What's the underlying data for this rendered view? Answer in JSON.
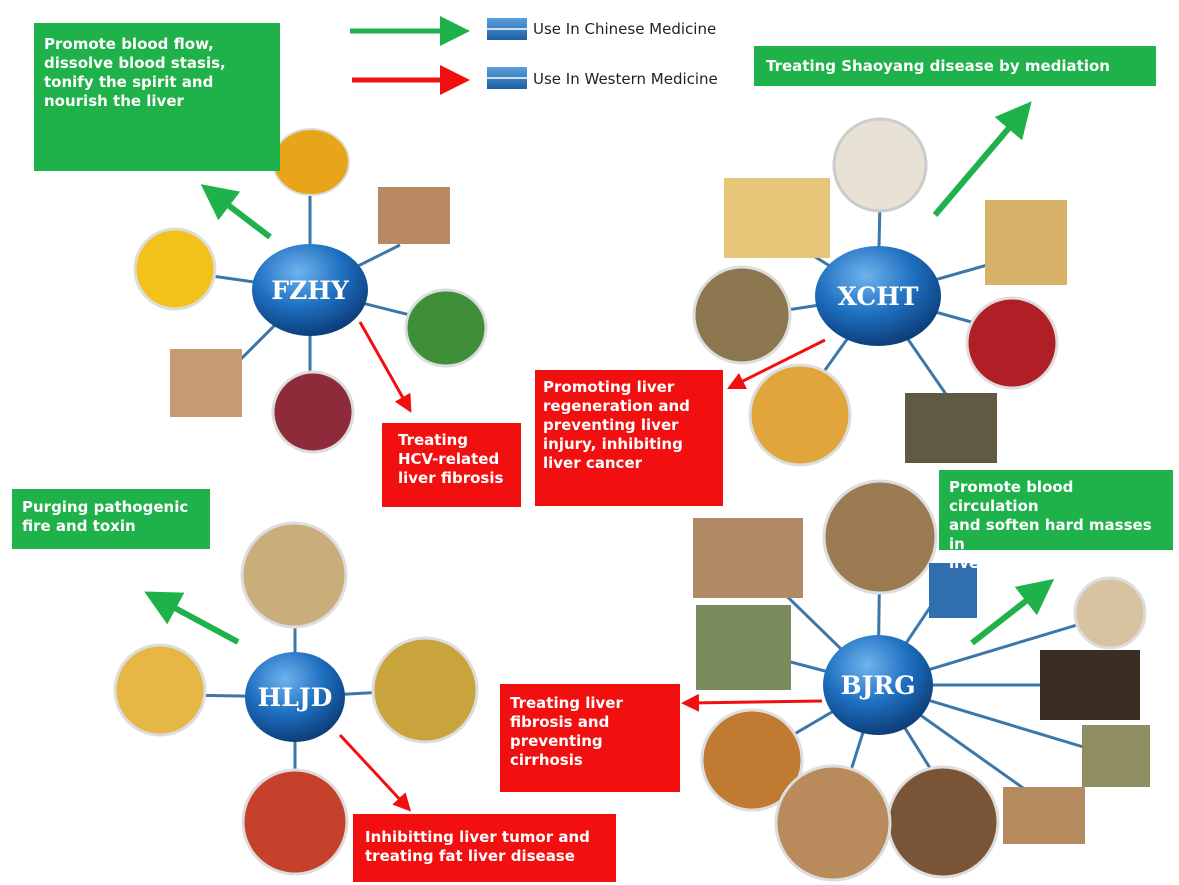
{
  "legend": {
    "chinese_label": "Use In Chinese Medicine",
    "western_label": "Use In Western Medicine",
    "chinese_color": "#1fb14a",
    "western_color": "#f20f0f"
  },
  "hubs": {
    "fzhy": "FZHY",
    "xcht": "XCHT",
    "hljd": "HLJD",
    "bjrg": "BJRG"
  },
  "uses": {
    "fzhy_chinese": [
      "Promote blood flow,",
      "dissolve blood stasis,",
      "tonify the spirit and",
      "nourish the liver"
    ],
    "fzhy_western": [
      "Treating",
      "HCV-related",
      "liver fibrosis"
    ],
    "xcht_chinese": [
      "Treating Shaoyang disease by mediation"
    ],
    "xcht_western": [
      "Promoting liver",
      "regeneration and",
      "preventing liver",
      "injury, inhibiting",
      "liver cancer"
    ],
    "hljd_chinese": [
      "Purging pathogenic",
      "fire and toxin"
    ],
    "hljd_western": [
      "Inhibitting liver tumor and",
      "treating fat liver disease"
    ],
    "bjrg_chinese": [
      "Promote blood circulation",
      "and soften hard masses in",
      "liver"
    ],
    "bjrg_western": [
      "Treating liver",
      "fibrosis and",
      "preventing",
      "cirrhosis"
    ]
  },
  "herbs": {
    "fzhy": [
      "turmeric-powder",
      "root-slices",
      "yellow-flower",
      "green-herb",
      "seeds",
      "red-powder"
    ],
    "xcht": [
      "white-pellets",
      "ginger-root",
      "ginseng-root",
      "bupleurum-root",
      "red-jujube",
      "astragalus-slices",
      "dried-leaves"
    ],
    "hljd": [
      "coptis-root",
      "gardenia-slices",
      "phellodendron-bark",
      "gardenia-fruit"
    ],
    "bjrg": [
      "ginger-pieces",
      "bark-slices",
      "blue-root",
      "leaf-slices",
      "cordyceps",
      "white-root-slices",
      "dark-fruit",
      "green-slices",
      "root-chips",
      "dried-slices",
      "root-sticks"
    ]
  },
  "colors": {
    "hub_blue": "#1e6fc0",
    "green_box": "#1fb14a",
    "red_box": "#f20f0f",
    "line": "#3d77a8"
  }
}
